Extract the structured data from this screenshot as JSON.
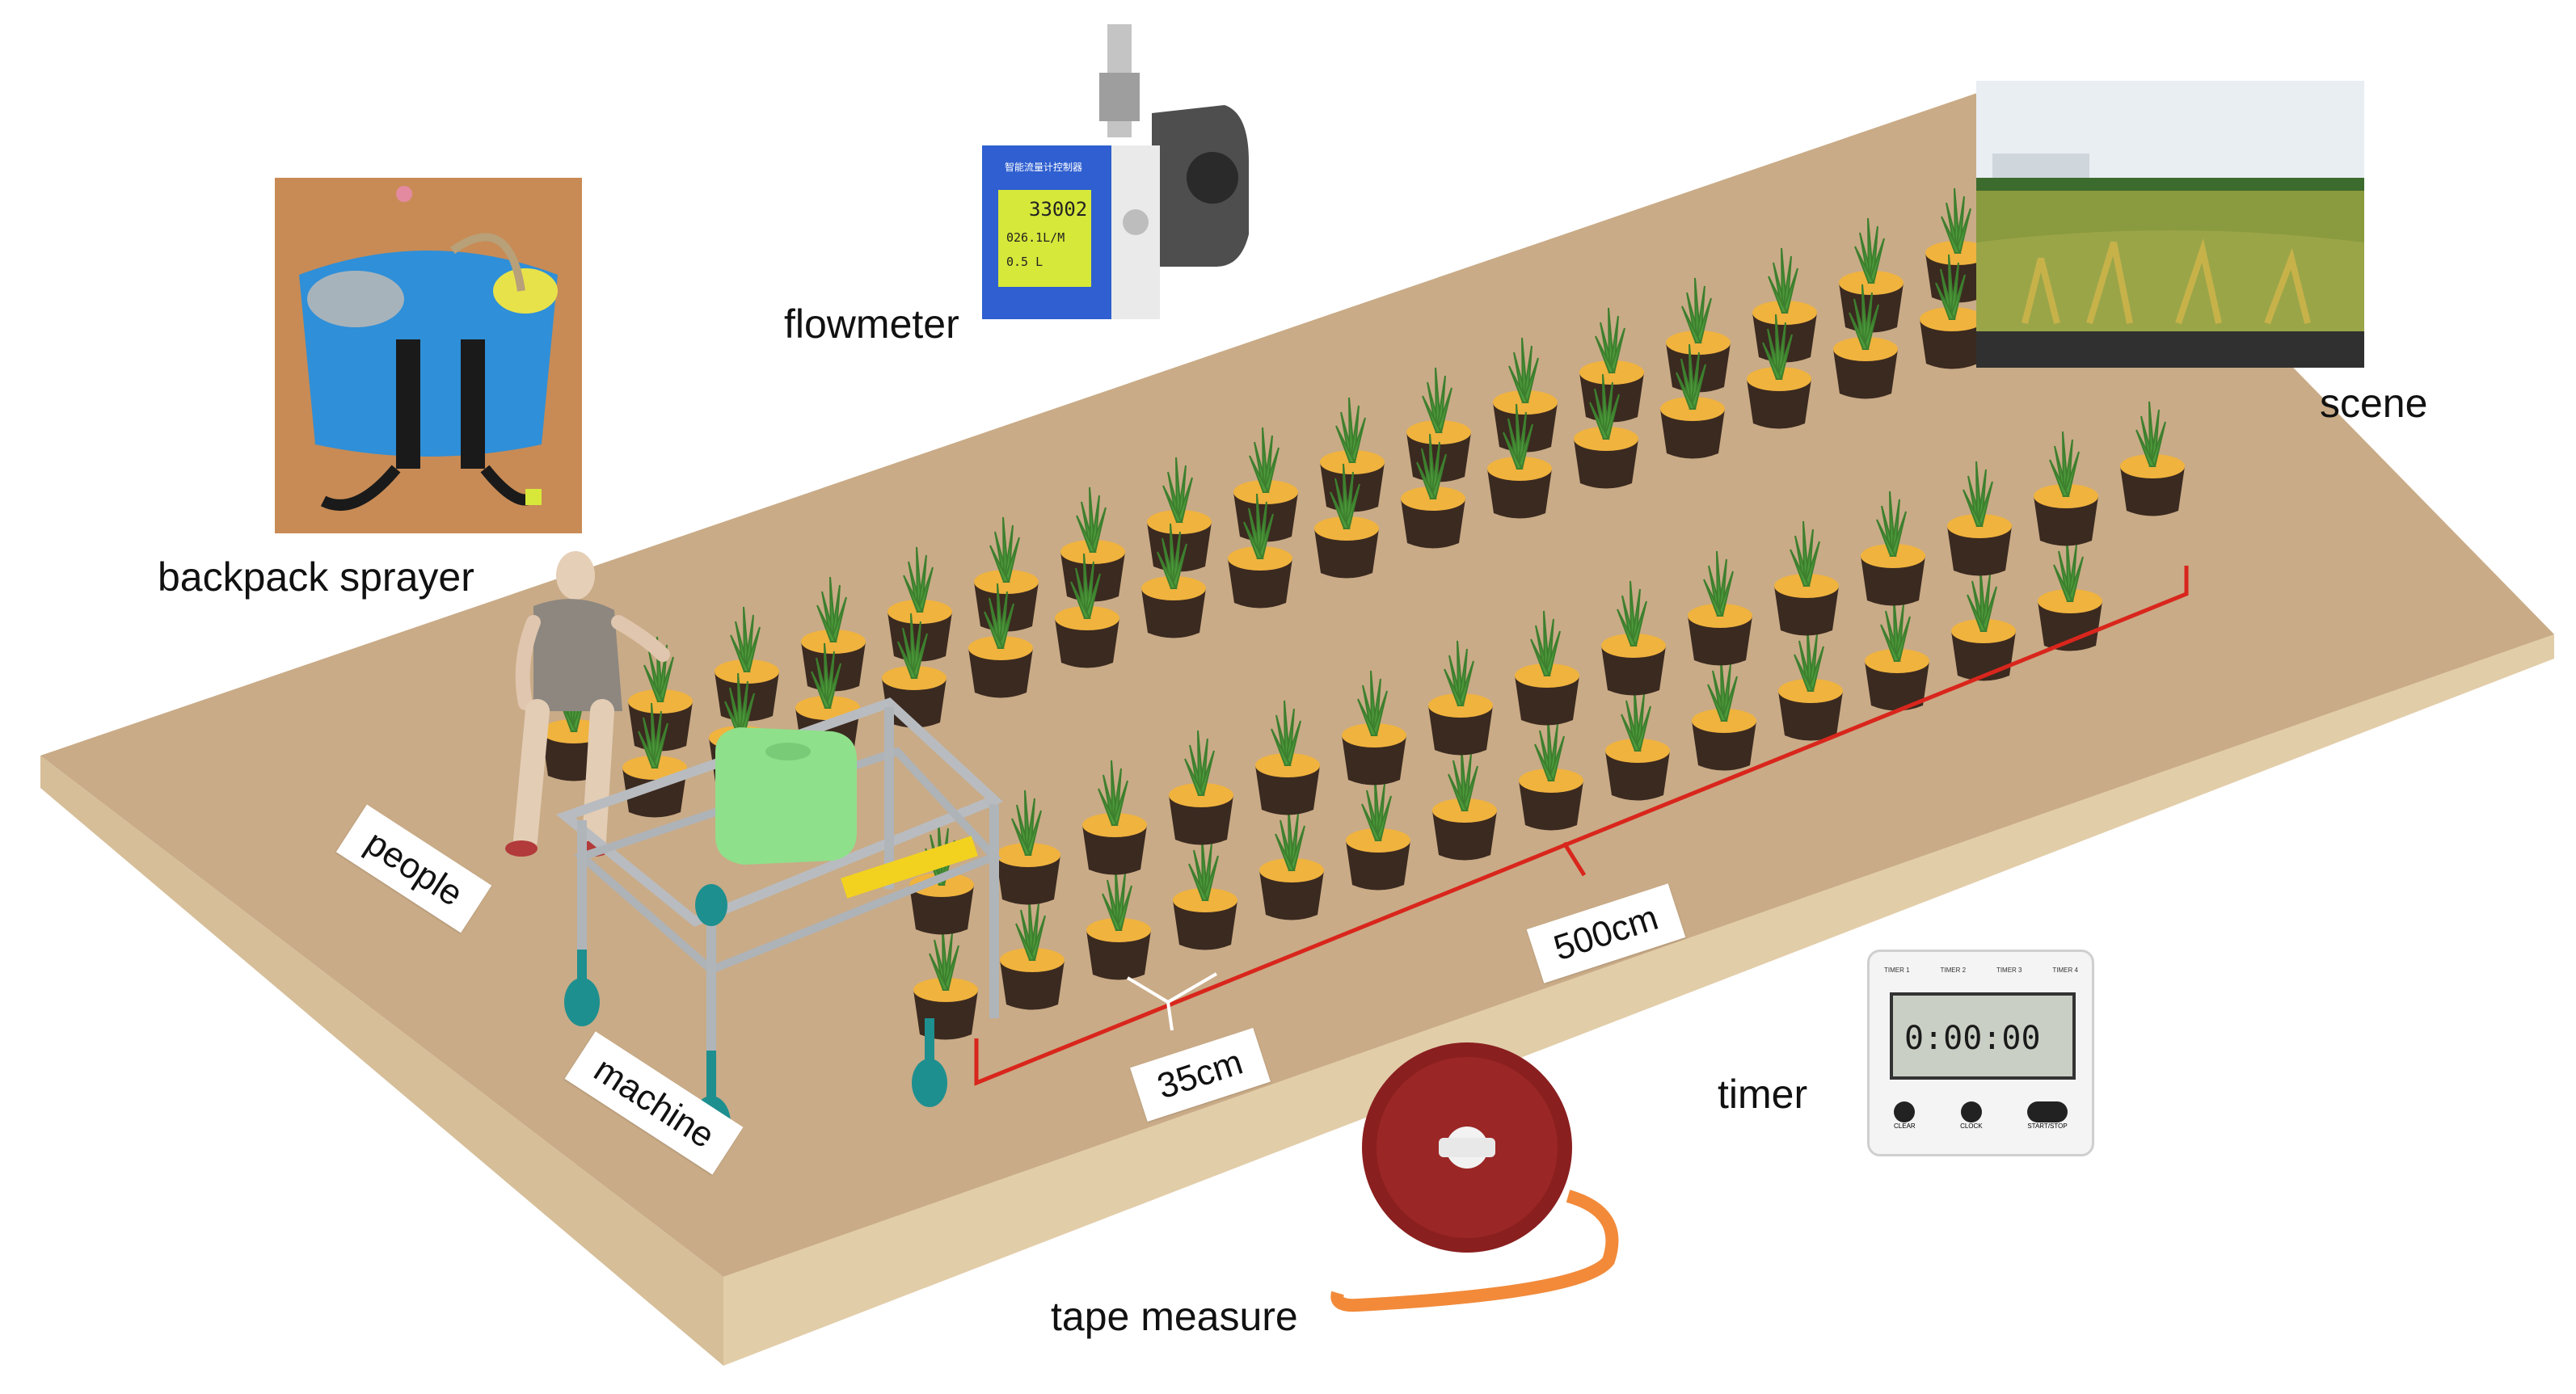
{
  "labels": {
    "backpack_sprayer": "backpack sprayer",
    "flowmeter": "flowmeter",
    "scene": "scene",
    "people": "people",
    "machine": "machine",
    "length_500": "500cm",
    "spacing_35": "35cm",
    "timer": "timer",
    "tape_measure": "tape measure"
  },
  "flowmeter_display": {
    "header": "智能流量计控制器",
    "reading": "33002",
    "line1": "026.1L/M",
    "line2": "0.5 L"
  },
  "timer_display": {
    "buttons_top": [
      "TIMER 1",
      "TIMER 2",
      "TIMER 3",
      "TIMER 4"
    ],
    "reading": "0:00:00",
    "buttons_bottom": [
      "CLEAR",
      "CLOCK",
      "START/STOP"
    ]
  },
  "colors": {
    "board_top": "#c9ab87",
    "board_side": "#dcc6a4",
    "board_front": "#e6d3b2",
    "pot_body": "#3b2a20",
    "pot_soil": "#f0b33e",
    "plant_leaf": "#4c9a3a",
    "measure_line": "#d9261c",
    "machine_frame": "#b8bcc0",
    "machine_tank": "#8fe08a",
    "machine_wheels": "#1e8f8f"
  }
}
